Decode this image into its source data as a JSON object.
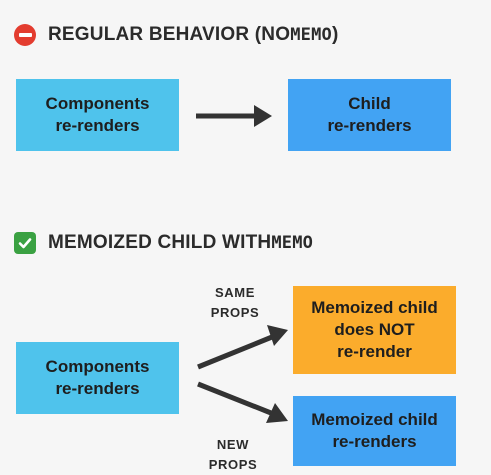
{
  "section_regular": {
    "title_prefix": "REGULAR BEHAVIOR (NO ",
    "title_code": "MEMO",
    "title_suffix": ")",
    "icon": "no-entry-icon",
    "source_box": [
      "Components",
      "re-renders"
    ],
    "target_box": [
      "Child",
      "re-renders"
    ]
  },
  "section_memo": {
    "title_prefix": "MEMOIZED CHILD WITH ",
    "title_code": "MEMO",
    "icon": "check-mark-icon",
    "source_box": [
      "Components",
      "re-renders"
    ],
    "same_props_label": [
      "SAME",
      "PROPS"
    ],
    "new_props_label": [
      "NEW",
      "PROPS"
    ],
    "same_result_box": {
      "line1": "Memoized child",
      "line2_prefix": "does ",
      "line2_strong": "NOT",
      "line3": "re-render"
    },
    "new_result_box": [
      "Memoized child",
      "re-renders"
    ]
  },
  "colors": {
    "background": "#f6f6f6",
    "component_box": "#4fc3ec",
    "child_box": "#42a3f3",
    "no_rerender_box": "#fbac2c",
    "arrow": "#333333",
    "no_icon": "#e33c2f",
    "check_icon": "#3aa142"
  }
}
